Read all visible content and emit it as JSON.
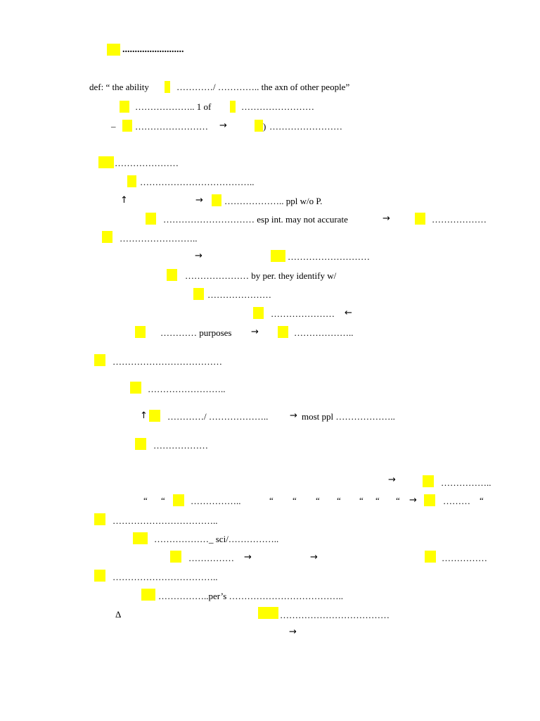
{
  "title": ".........................",
  "lines": {
    "def": "def: “ the ability",
    "def_blank1": "…………/ ………….. the axn of other people”",
    "l3a": "……………….. 1 of",
    "l3b": "……………………",
    "l4_dash": "–",
    "l4a": "……………………",
    "l4_paren": ")",
    "l4b": "……………………",
    "s2_head": "…………………",
    "s2_l1": "………………………………..",
    "up_arrow": "↑",
    "s2_l2": "……………….. ppl w/o P.",
    "s2_l3": "………………………… esp int. may not accurate",
    "s2_l3b": "………………",
    "s2_l4": "……………………..",
    "s2_l5": "………………………",
    "s2_l6": "………………… by per. they identify w/",
    "s2_l7": "…………………",
    "s2_l8": "…………………",
    "s2_l9": "………… purposes",
    "s2_l9b": "………………..",
    "s3_head": "………………………………",
    "s3_l1": "……………………..",
    "s3_l2": "…………/ ………………..",
    "s3_l2b": "most ppl ………………..",
    "s3_l3": "………………",
    "s4_r1": "……………..",
    "quote_mark": "“",
    "s4_l2": "……………..",
    "s4_r2": "………",
    "s4_l3": "……………………………..",
    "s4_l4": "………………_ sci/……………..",
    "s4_l5": "……………",
    "s4_r5": "……………",
    "s4_l6": "……………………………..",
    "s4_l7": "……………..per’s ………………………………..",
    "delta": "Δ",
    "s4_l8": "………………………………",
    "right_arrow": "→",
    "left_arrow": "←"
  },
  "colors": {
    "highlight": "#ffff00",
    "text": "#000000",
    "background": "#ffffff"
  }
}
